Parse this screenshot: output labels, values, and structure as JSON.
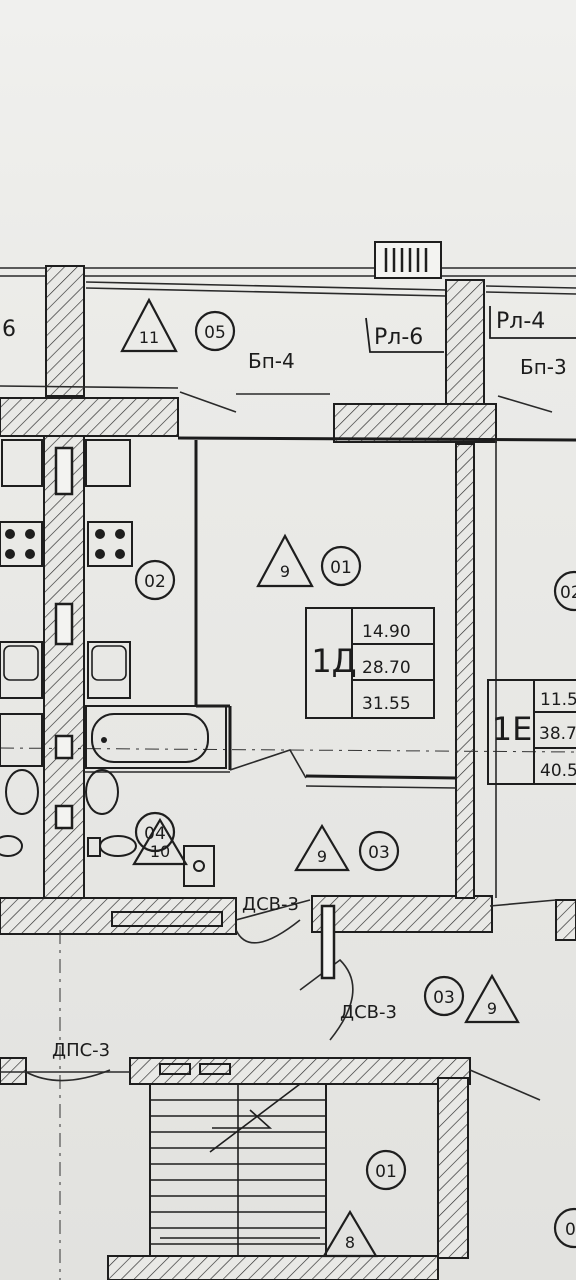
{
  "labels": {
    "cut_left": "6",
    "tri_11": "11",
    "circ_05": "05",
    "bp4": "Бп-4",
    "rl6": "Рл-6",
    "rl4": "Рл-4",
    "bp3": "Бп-3",
    "tri_9a": "9",
    "circ_01a": "01",
    "circ_02a": "02",
    "circ_02b": "02",
    "circ_04": "04",
    "tri_10": "10",
    "tri_9b": "9",
    "circ_03a": "03",
    "dsv3a": "ДСВ-3",
    "dsv3b": "ДСВ-3",
    "circ_03b": "03",
    "tri_9c": "9",
    "dps3": "ДПС-3",
    "circ_01b": "01",
    "tri_8": "8",
    "circ_0cut": "0"
  },
  "apt_1d": {
    "code": "1Д",
    "v1": "14.90",
    "v2": "28.70",
    "v3": "31.55"
  },
  "apt_1e": {
    "code": "1Е",
    "v1": "11.5",
    "v2": "38.7",
    "v3": "40.5"
  }
}
